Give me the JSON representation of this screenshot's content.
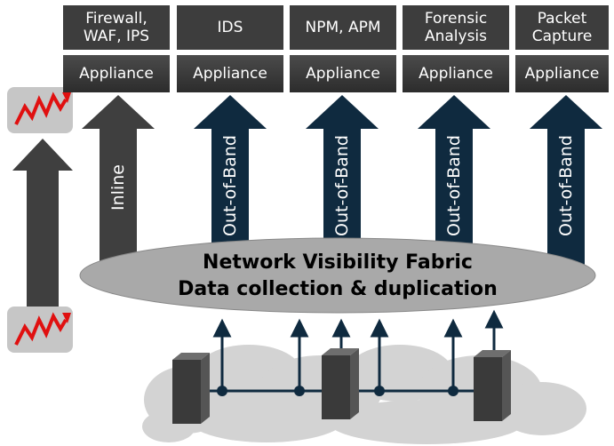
{
  "tools": [
    {
      "name": "Firewall,\nWAF, IPS",
      "appliance": "Appliance",
      "traffic": "Inline"
    },
    {
      "name": "IDS",
      "appliance": "Appliance",
      "traffic": "Out-of-Band"
    },
    {
      "name": "NPM, APM",
      "appliance": "Appliance",
      "traffic": "Out-of-Band"
    },
    {
      "name": "Forensic\nAnalysis",
      "appliance": "Appliance",
      "traffic": "Out-of-Band"
    },
    {
      "name": "Packet\nCapture",
      "appliance": "Appliance",
      "traffic": "Out-of-Band"
    }
  ],
  "fabric": {
    "line1": "Network Visibility Fabric",
    "line2": "Data collection & duplication"
  },
  "colors": {
    "inline_arrow": "#3f3f3f",
    "oob_arrow": "#0f2a3f",
    "label_box": "#3d3d3d",
    "ellipse": "#a9a9a9",
    "cloud": "#d3d3d3",
    "traffic_icon_bg": "#c6c6c6",
    "traffic_icon_line": "#e01010"
  }
}
